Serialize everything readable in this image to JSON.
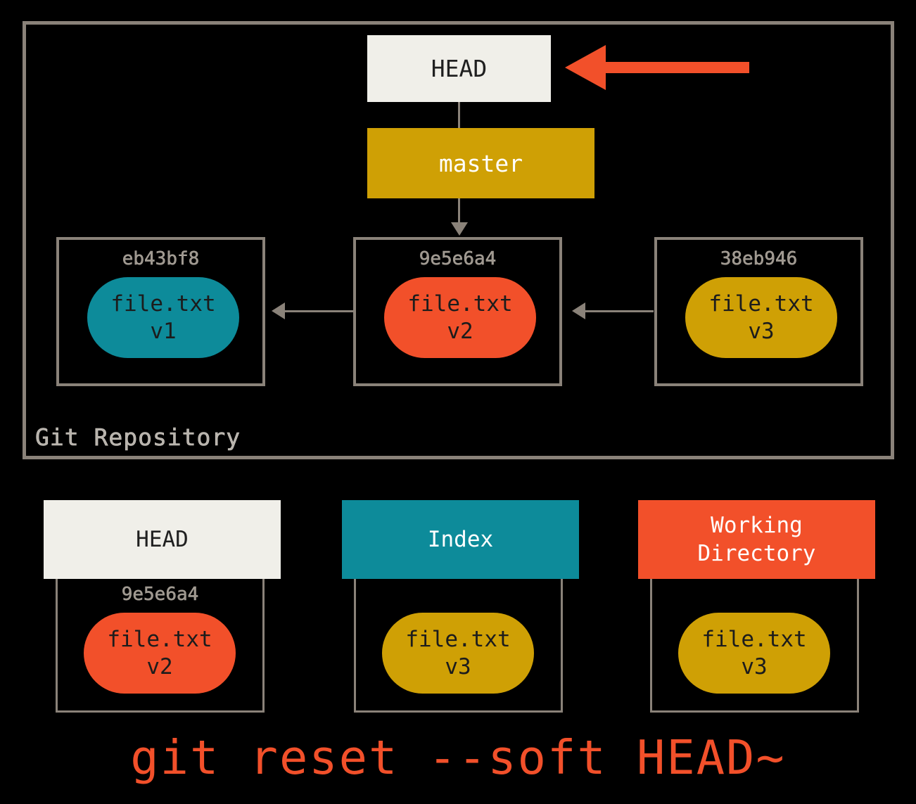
{
  "diagram": {
    "caption": "git reset --soft HEAD~",
    "repository_label": "Git Repository",
    "colors": {
      "background": "#000000",
      "border_grey": "#8a8279",
      "head_cream": "#f0efe9",
      "branch_gold": "#cfa005",
      "blob_teal": "#0d8b9a",
      "blob_orange": "#f2502a",
      "blob_gold": "#cfa005",
      "hash_grey": "#9d968d",
      "arrow_red": "#f2502a"
    }
  },
  "repository": {
    "head_pointer": {
      "label": "HEAD"
    },
    "branch": {
      "label": "master"
    },
    "reset_arrow": {
      "icon": "arrow-left-icon",
      "color": "#f2502a",
      "direction": "left",
      "points_to": "HEAD"
    },
    "commits": [
      {
        "hash": "eb43bf8",
        "blob_lines": [
          "file.txt",
          "v1"
        ],
        "blob_color": "#0d8b9a"
      },
      {
        "hash": "9e5e6a4",
        "blob_lines": [
          "file.txt",
          "v2"
        ],
        "blob_color": "#f2502a"
      },
      {
        "hash": "38eb946",
        "blob_lines": [
          "file.txt",
          "v3"
        ],
        "blob_color": "#cfa005"
      }
    ]
  },
  "stages": [
    {
      "title_lines": [
        "HEAD"
      ],
      "header_bg": "#f0efe9",
      "header_text_color": "#202020",
      "hash": "9e5e6a4",
      "blob_lines": [
        "file.txt",
        "v2"
      ],
      "blob_color": "#f2502a"
    },
    {
      "title_lines": [
        "Index"
      ],
      "header_bg": "#0d8b9a",
      "header_text_color": "#ffffff",
      "hash": "",
      "blob_lines": [
        "file.txt",
        "v3"
      ],
      "blob_color": "#cfa005"
    },
    {
      "title_lines": [
        "Working",
        "Directory"
      ],
      "header_bg": "#f2502a",
      "header_text_color": "#ffffff",
      "hash": "",
      "blob_lines": [
        "file.txt",
        "v3"
      ],
      "blob_color": "#cfa005"
    }
  ]
}
